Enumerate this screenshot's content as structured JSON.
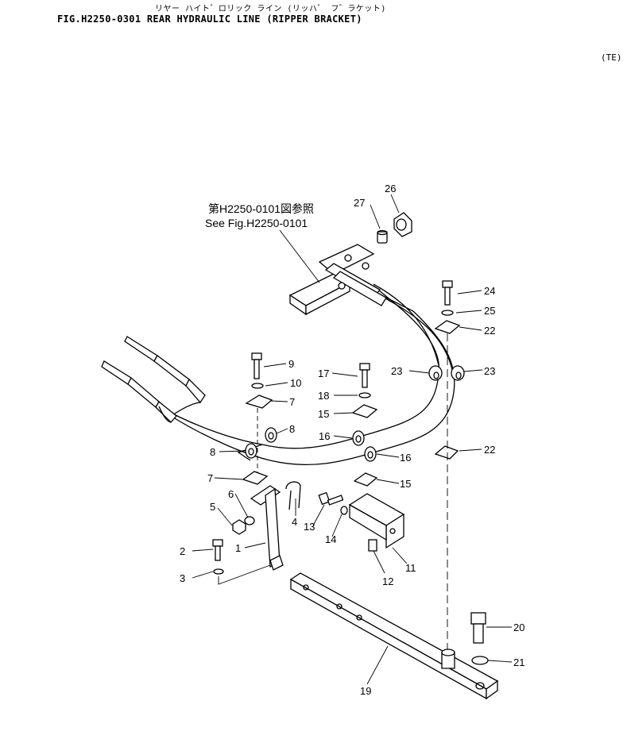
{
  "header": {
    "jp_title": "リヤー ハイト゛ロリック ライン (リッハ゛ フ゛ラケット)",
    "fig_title": "FIG.H2250-0301  REAR HYDRAULIC LINE (RIPPER BRACKET)",
    "model_code": "(TE)"
  },
  "reference": {
    "jp": "第H2250-0101図参照",
    "en": "See Fig.H2250-0101"
  },
  "callouts": {
    "c1": "1",
    "c2": "2",
    "c3": "3",
    "c4": "4",
    "c5": "5",
    "c6": "6",
    "c7a": "7",
    "c7b": "7",
    "c8a": "8",
    "c8b": "8",
    "c9": "9",
    "c10": "10",
    "c11": "11",
    "c12": "12",
    "c13": "13",
    "c14": "14",
    "c15a": "15",
    "c15b": "15",
    "c16a": "16",
    "c16b": "16",
    "c17": "17",
    "c18": "18",
    "c19": "19",
    "c20": "20",
    "c21": "21",
    "c22a": "22",
    "c22b": "22",
    "c23a": "23",
    "c23b": "23",
    "c24": "24",
    "c25": "25",
    "c26": "26",
    "c27": "27"
  }
}
